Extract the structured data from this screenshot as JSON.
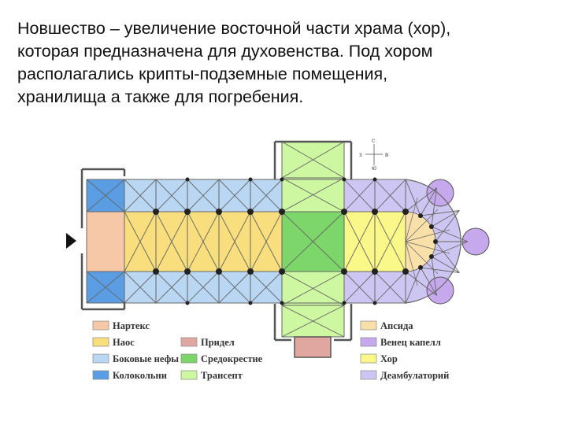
{
  "heading": {
    "lines": [
      "Новшество – увеличение восточной части храма (хор),",
      "которая предназначена для духовенства. Под хором",
      "располагались крипты-подземные помещения,",
      "хранилища а также для погребения."
    ]
  },
  "compass": {
    "north": "с",
    "south": "ю",
    "west": "з",
    "east": "в"
  },
  "colors": {
    "narthex": "#f6c8a8",
    "naos": "#f8de7c",
    "aisles": "#b9d6f2",
    "bell_tower": "#5a9de3",
    "chapel": "#e0a7a0",
    "crossing": "#7dd66a",
    "transept": "#cdf7a0",
    "apse": "#f9dfa8",
    "chapels_crown": "#c6a8ec",
    "choir": "#fbf88a",
    "ambulatory": "#cdc6f2",
    "lines": "#666666",
    "pillars": "#222222"
  },
  "legend": [
    {
      "key": "narthex",
      "label": "Нартекс"
    },
    {
      "key": "naos",
      "label": "Наос"
    },
    {
      "key": "aisles",
      "label": "Боковые нефы"
    },
    {
      "key": "bell_tower",
      "label": "Колокольни"
    },
    {
      "key": "chapel",
      "label": "Придел"
    },
    {
      "key": "crossing",
      "label": "Средокрестие"
    },
    {
      "key": "transept",
      "label": "Трансепт"
    },
    {
      "key": "apse",
      "label": "Апсида"
    },
    {
      "key": "chapels_crown",
      "label": "Венец капелл"
    },
    {
      "key": "choir",
      "label": "Хор"
    },
    {
      "key": "ambulatory",
      "label": "Деамбулаторий"
    }
  ]
}
